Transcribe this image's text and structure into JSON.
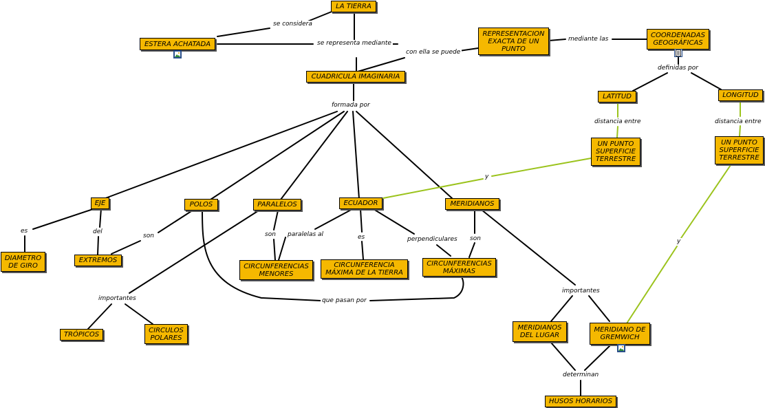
{
  "nodes": {
    "la_tierra": "LA TIERRA",
    "estera_achatada": "ESTERA ACHATADA",
    "cuadricula": "CUADRICULA IMAGINARIA",
    "representacion": "REPRESENTACION EXACTA DE UN PUNTO",
    "coordenadas": "COORDENADAS GEOGRÁFICAS",
    "latitud": "LATITUD",
    "longitud": "LONGITUD",
    "punto_latitud": "UN PUNTO SUPERFICIE TERRESTRE",
    "punto_longitud": "UN PUNTO SUPERFICIE TERRESTRE",
    "eje": "EJE",
    "polos": "POLOS",
    "paralelos": "PARALELOS",
    "ecuador": "ECUADOR",
    "meridianos": "MERIDIANOS",
    "diametro": "DIAMETRO DE GIRO",
    "extremos": "EXTREMOS",
    "circ_menores": "CIRCUNFERENCIAS MENORES",
    "circ_maxima_tierra": "CIRCUNFERENCIA MÁXIMA DE LA TIERRA",
    "circ_maximas": "CIRCUNFERENCIAS MÁXIMAS",
    "tropicos": "TRÓPICOS",
    "circulos_polares": "CIRCULOS POLARES",
    "meridianos_lugar": "MERIDIANOS DEL LUGAR",
    "meridiano_gremwich": "MERIDIANO DE GREMWICH",
    "husos": "HUSOS HORARIOS"
  },
  "labels": {
    "se_considera": "se considera",
    "se_representa": "se representa mediante",
    "con_ella": "con ella se puede",
    "mediante_las": "mediante las",
    "definidas_por": "definidas por",
    "distancia_lat": "distancia entre",
    "distancia_lon": "distancia entre",
    "formada_por": "formada por",
    "y_center": "y",
    "y_right": "y",
    "es_eje": "es",
    "del": "del",
    "son_polos": "son",
    "son_paralelos": "son",
    "paralelas_al": "paralelas al",
    "es_ecuador": "es",
    "perpendiculares": "perpendiculares",
    "son_meridianos": "son",
    "importantes_left": "importantes",
    "importantes_right": "importantes",
    "que_pasan_por": "que pasan por",
    "determinan": "determinan"
  },
  "colors": {
    "node_fill": "#f5b800",
    "link_black": "#000000",
    "link_green": "#9bc31c"
  },
  "icons": [
    "image-attachment-icon",
    "document-attachment-icon"
  ]
}
